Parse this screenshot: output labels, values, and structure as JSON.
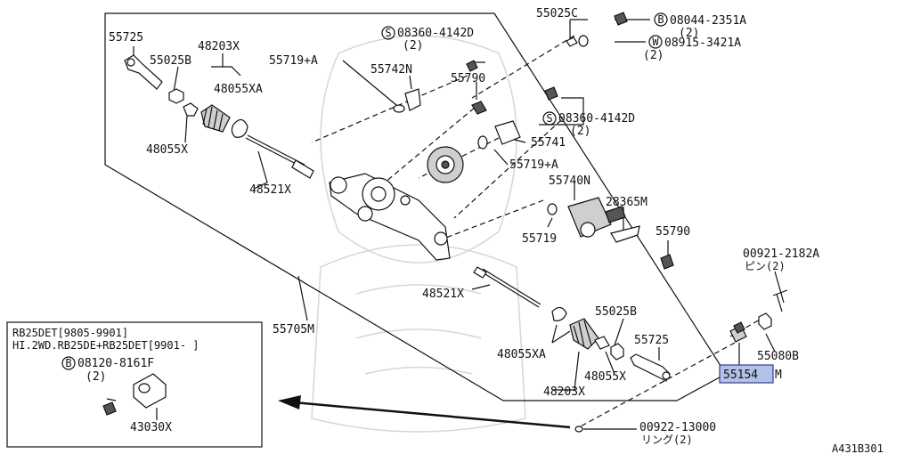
{
  "diagram_id": "A431B301",
  "highlighted_part": "55154",
  "highlight_color": "#b3c1e6",
  "labels": {
    "p55725_top": "55725",
    "p55025B_top": "55025B",
    "p48203X_top": "48203X",
    "p48055XA_top": "48055XA",
    "p48055X_top": "48055X",
    "p48521X_top": "48521X",
    "p55719A_top": "55719+A",
    "p55742N": "55742N",
    "s08360_top": "08360-4142D",
    "s08360_top_qty": "(2)",
    "p55790_top": "55790",
    "p55025C": "55025C",
    "b08044": "08044-2351A",
    "b08044_qty": "(2)",
    "w08915": "08915-3421A",
    "w08915_qty": "(2)",
    "s08360_mid": "08360-4142D",
    "s08360_mid_qty": "(2)",
    "p55741": "55741",
    "p55719A_mid": "55719+A",
    "p55740N": "55740N",
    "p28365M": "28365M",
    "p55719": "55719",
    "p55790_mid": "55790",
    "p00921": "00921-2182A",
    "p00921_sub": "ピン(2)",
    "p55705M": "55705M",
    "p48521X_low": "48521X",
    "p55025B_low": "55025B",
    "p55725_low": "55725",
    "p48055XA_low": "48055XA",
    "p48055X_low": "48055X",
    "p48203X_low": "48203X",
    "p55080B": "55080B",
    "p55154_num": "55154",
    "p55154_suffix": "M",
    "p00922": "00922-13000",
    "p00922_sub": "リング(2)",
    "inset_line1": "RB25DET[9805-9901]",
    "inset_line2": "HI.2WD.RB25DE+RB25DET[9901- ]",
    "b08120": "08120-8161F",
    "b08120_qty": "(2)",
    "p43030X": "43030X",
    "footer_code": "A431B301"
  },
  "symbols": {
    "s": "S",
    "b": "B",
    "w": "W"
  }
}
